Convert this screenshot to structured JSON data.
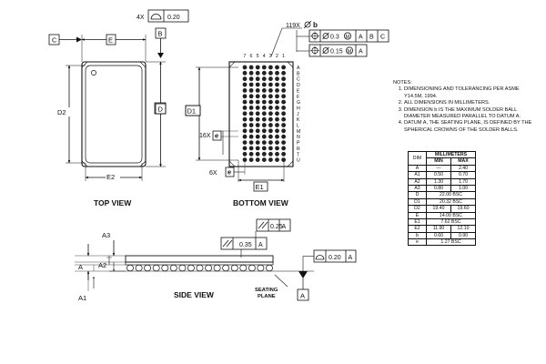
{
  "top_view": {
    "title": "TOP VIEW",
    "fcf_count": "4X",
    "fcf_value": "0.20",
    "datum_c": "C",
    "label_e": "E",
    "datum_b": "B",
    "label_d2": "D2",
    "label_d": "D",
    "label_e2": "E2"
  },
  "bottom_view": {
    "title": "BOTTOM VIEW",
    "ball_count": "119X",
    "ball_symbol": "b",
    "fcf1": {
      "value": "0.3",
      "mod": "M",
      "datums": [
        "A",
        "B",
        "C"
      ]
    },
    "fcf2": {
      "value": "0.15",
      "mod": "M",
      "datums": [
        "A"
      ]
    },
    "columns": [
      "7",
      "6",
      "5",
      "4",
      "3",
      "2",
      "1"
    ],
    "rows": [
      "A",
      "B",
      "C",
      "D",
      "E",
      "F",
      "G",
      "H",
      "J",
      "K",
      "L",
      "M",
      "N",
      "P",
      "R",
      "T",
      "U"
    ],
    "label_d1": "D1",
    "pitch_rows": "16X",
    "pitch_cols": "6X",
    "label_e_pitch": "e",
    "label_e1": "E1"
  },
  "side_view": {
    "title": "SIDE VIEW",
    "fcf_top": {
      "value": "0.25",
      "datum": "A"
    },
    "fcf_mid": {
      "value": "0.35",
      "datum": "A"
    },
    "fcf_flat": {
      "value": "0.20",
      "datum": "A"
    },
    "label_a3": "A3",
    "label_a": "A",
    "label_a2": "A2",
    "label_a1": "A1",
    "seating_plane": [
      "SEATING",
      "PLANE"
    ],
    "datum_a": "A"
  },
  "notes": {
    "heading": "NOTES:",
    "items": [
      "DIMENSIONING AND TOLERANCING PER ASME Y14.5M, 1994.",
      "ALL DIMENSIONS IN MILLIMETERS.",
      "DIMENSION b IS THE MAXIMUM SOLDER BALL DIAMETER MEASURED PARALLEL TO DATUM A.",
      "DATUM A, THE SEATING PLANE, IS DEFINED BY THE SPHERICAL CROWNS OF THE SOLDER BALLS."
    ]
  },
  "dimension_table": {
    "header_group": "MILLIMETERS",
    "col_dim": "DIM",
    "col_min": "MIN",
    "col_max": "MAX",
    "rows": [
      {
        "dim": "A",
        "min": "—",
        "max": "2.40"
      },
      {
        "dim": "A1",
        "min": "0.50",
        "max": "0.70"
      },
      {
        "dim": "A2",
        "min": "1.30",
        "max": "1.70"
      },
      {
        "dim": "A3",
        "min": "0.80",
        "max": "1.00"
      },
      {
        "dim": "D",
        "bsc": "22.00 BSC"
      },
      {
        "dim": "D1",
        "bsc": "20.32 BSC"
      },
      {
        "dim": "D2",
        "min": "19.40",
        "max": "19.60"
      },
      {
        "dim": "E",
        "bsc": "14.00 BSC"
      },
      {
        "dim": "E1",
        "bsc": "7.62 BSC"
      },
      {
        "dim": "E2",
        "min": "11.90",
        "max": "12.10"
      },
      {
        "dim": "b",
        "min": "0.60",
        "max": "0.90"
      },
      {
        "dim": "e",
        "bsc": "1.27 BSC"
      }
    ]
  }
}
